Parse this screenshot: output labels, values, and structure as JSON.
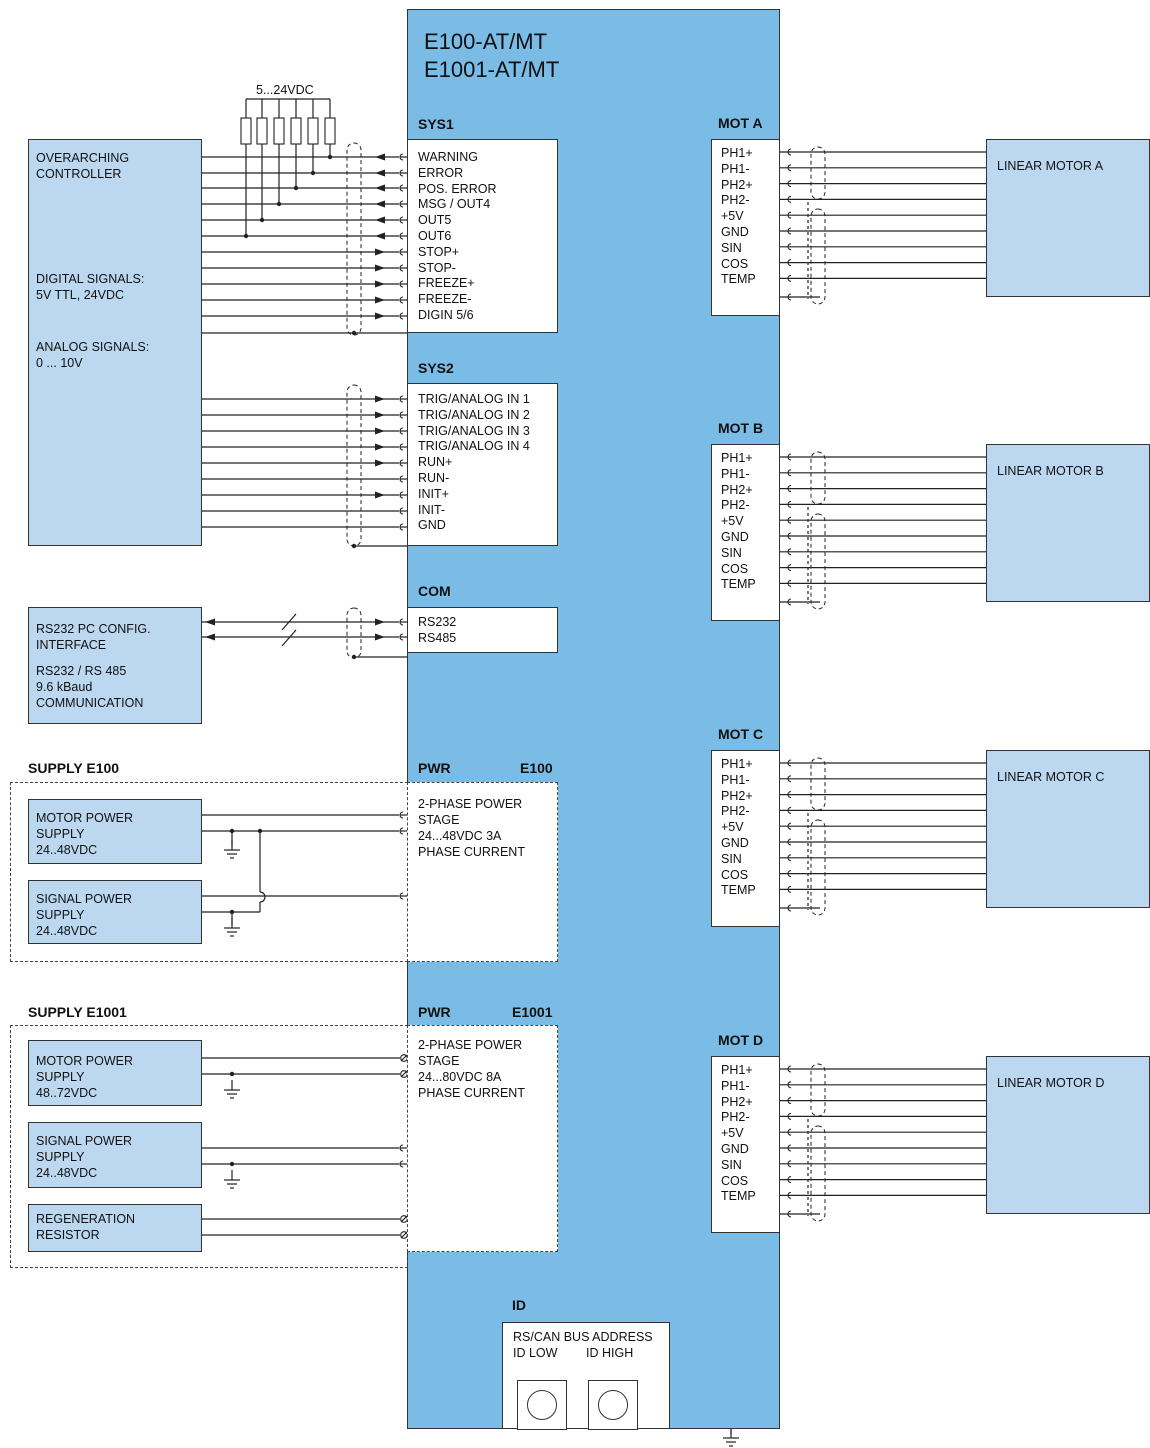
{
  "unit": {
    "title_line1": "E100-AT/MT",
    "title_line2": "E1001-AT/MT"
  },
  "sys1": {
    "title": "SYS1",
    "pins": [
      "WARNING",
      "ERROR",
      "POS. ERROR",
      "MSG / OUT4",
      "OUT5",
      "OUT6",
      "STOP+",
      "STOP-",
      "FREEZE+",
      "FREEZE-",
      "DIGIN 5/6"
    ],
    "pullup_label": "5...24VDC"
  },
  "sys2": {
    "title": "SYS2",
    "pins": [
      "TRIG/ANALOG IN 1",
      "TRIG/ANALOG IN 2",
      "TRIG/ANALOG IN 3",
      "TRIG/ANALOG IN 4",
      "RUN+",
      "RUN-",
      "INIT+",
      "INIT-",
      "GND"
    ]
  },
  "com": {
    "title": "COM",
    "pins": [
      "RS232",
      "RS485"
    ]
  },
  "controller": {
    "line1": "OVERARCHING",
    "line2": "CONTROLLER",
    "digital1": "DIGITAL SIGNALS:",
    "digital2": "5V TTL, 24VDC",
    "analog1": "ANALOG SIGNALS:",
    "analog2": "0 ... 10V"
  },
  "rs232_box": {
    "line1": "RS232 PC CONFIG.",
    "line2": "INTERFACE",
    "line3": "RS232 / RS 485",
    "line4": "9.6 kBaud",
    "line5": "COMMUNICATION"
  },
  "supply_e100": {
    "title": "SUPPLY E100",
    "motor_l1": "MOTOR POWER",
    "motor_l2": "SUPPLY",
    "motor_l3": "24..48VDC",
    "signal_l1": "SIGNAL POWER",
    "signal_l2": "SUPPLY",
    "signal_l3": "24..48VDC"
  },
  "pwr_e100": {
    "title": "PWR",
    "model": "E100",
    "l1": "2-PHASE POWER",
    "l2": "STAGE",
    "l3": "24...48VDC 3A",
    "l4": "PHASE CURRENT"
  },
  "supply_e1001": {
    "title": "SUPPLY E1001",
    "motor_l1": "MOTOR POWER",
    "motor_l2": "SUPPLY",
    "motor_l3": "48..72VDC",
    "signal_l1": "SIGNAL POWER",
    "signal_l2": "SUPPLY",
    "signal_l3": "24..48VDC",
    "regen_l1": "REGENERATION",
    "regen_l2": "RESISTOR"
  },
  "pwr_e1001": {
    "title": "PWR",
    "model": "E1001",
    "l1": "2-PHASE POWER",
    "l2": "STAGE",
    "l3": "24...80VDC 8A",
    "l4": "PHASE CURRENT"
  },
  "id": {
    "title": "ID",
    "l1": "RS/CAN BUS ADDRESS",
    "low": "ID LOW",
    "high": "ID HIGH"
  },
  "mot_pins": [
    "PH1+",
    "PH1-",
    "PH2+",
    "PH2-",
    "+5V",
    "GND",
    "SIN",
    "COS",
    "TEMP"
  ],
  "motors": [
    {
      "title": "MOT A",
      "motor_label": "LINEAR MOTOR A"
    },
    {
      "title": "MOT B",
      "motor_label": "LINEAR MOTOR B"
    },
    {
      "title": "MOT C",
      "motor_label": "LINEAR MOTOR C"
    },
    {
      "title": "MOT D",
      "motor_label": "LINEAR MOTOR D"
    }
  ],
  "colors": {
    "unit_blue": "#7bbce6",
    "light_blue": "#bcd8f0",
    "line": "#222222"
  }
}
